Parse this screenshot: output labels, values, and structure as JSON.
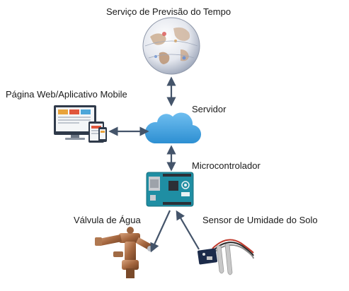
{
  "nodes": {
    "weather": {
      "label": "Serviço de Previsão do Tempo",
      "icon": "globe-icon"
    },
    "web": {
      "label": "Página Web/Aplicativo Mobile",
      "icon": "devices-icon"
    },
    "server": {
      "label": "Servidor",
      "icon": "cloud-icon"
    },
    "micro": {
      "label": "Microcontrolador",
      "icon": "arduino-board-icon"
    },
    "valve": {
      "label": "Válvula de Água",
      "icon": "water-valve-icon"
    },
    "sensor": {
      "label": "Sensor de Umidade do Solo",
      "icon": "soil-moisture-sensor-icon"
    }
  },
  "colors": {
    "arrow": "#44546a",
    "cloud": "#4aa3df",
    "board": "#1f8ea3"
  }
}
